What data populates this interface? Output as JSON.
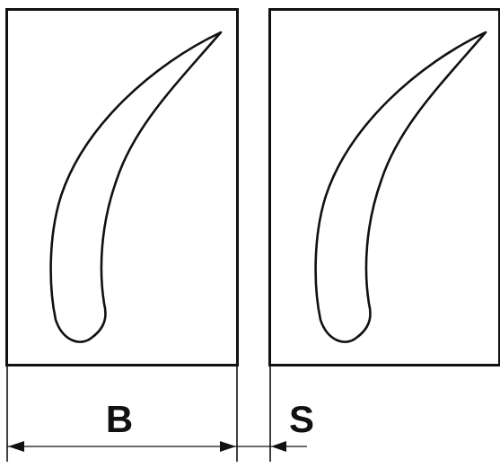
{
  "diagram": {
    "labels": {
      "pitch": "B",
      "gap": "S"
    },
    "colors": {
      "stroke": "#111111",
      "background": "#ffffff"
    },
    "panels": [
      {
        "id": "left-cascade-panel"
      },
      {
        "id": "right-cascade-panel"
      }
    ]
  }
}
